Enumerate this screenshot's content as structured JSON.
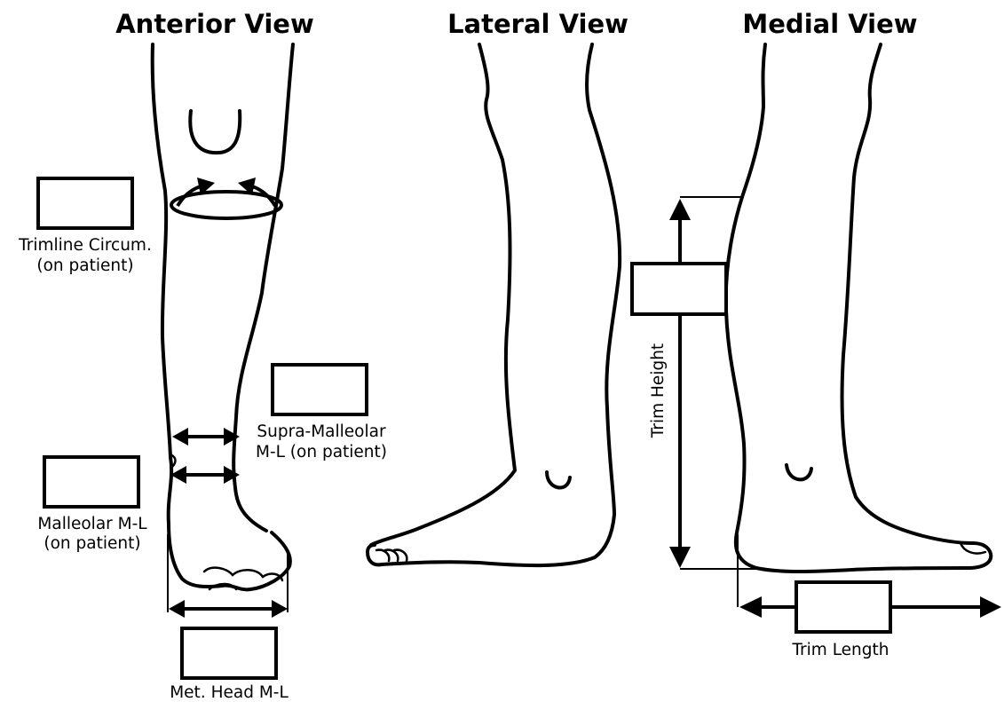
{
  "headings": {
    "anterior": "Anterior View",
    "lateral": "Lateral View",
    "medial": "Medial View"
  },
  "labels": {
    "trimline_circum_1": "Trimline Circum.",
    "trimline_circum_2": "(on patient)",
    "supra_malleolar_1": "Supra-Malleolar",
    "supra_malleolar_2": "M-L (on patient)",
    "malleolar_1": "Malleolar M-L",
    "malleolar_2": "(on patient)",
    "met_head": "Met. Head M-L",
    "trim_height": "Trim Height",
    "trim_length": "Trim Length"
  }
}
